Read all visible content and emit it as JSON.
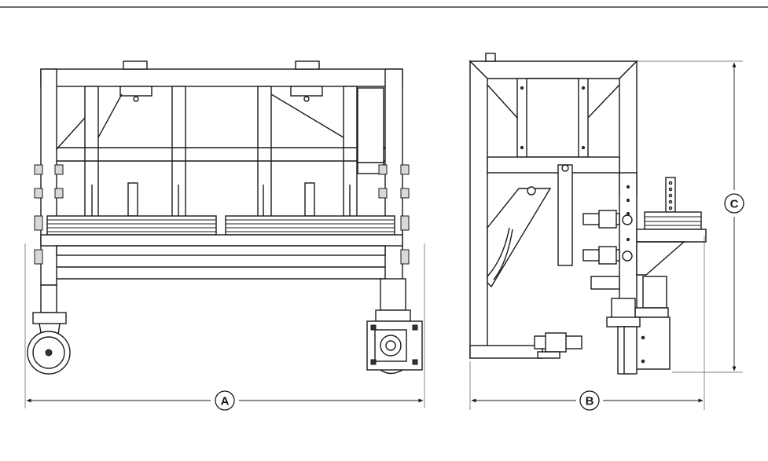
{
  "labels": {
    "width_front": "A",
    "width_side": "B",
    "height": "C"
  }
}
